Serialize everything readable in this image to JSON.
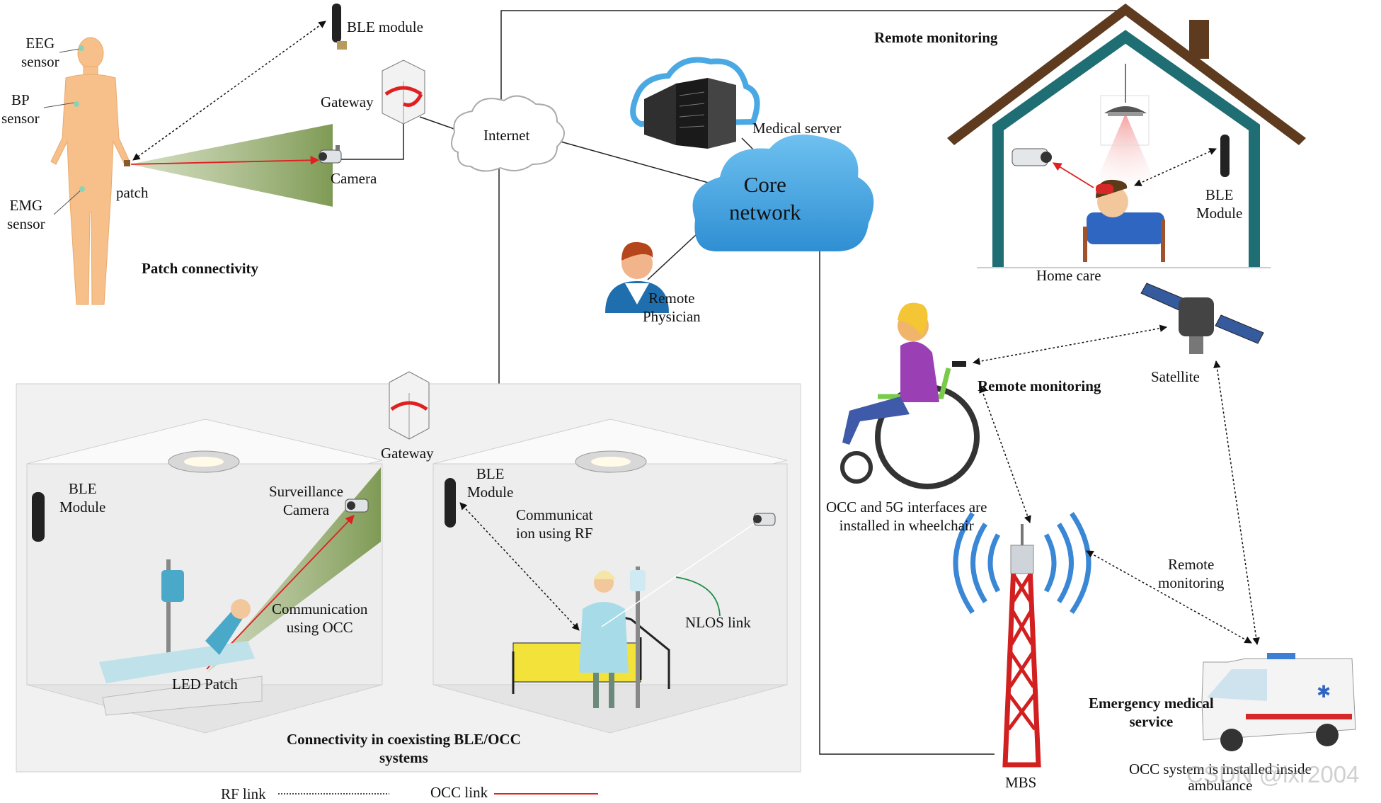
{
  "patch_area": {
    "eeg": "EEG\nsensor",
    "bp": "BP\nsensor",
    "emg": "EMG\nsensor",
    "patch": "patch",
    "title": "Patch connectivity",
    "ble_module": "BLE module",
    "gateway": "Gateway",
    "camera": "Camera"
  },
  "network": {
    "internet": "Internet",
    "medical_server": "Medical server",
    "core_network": "Core\nnetwork",
    "remote_physician": "Remote\nPhysician"
  },
  "home": {
    "title": "Remote monitoring",
    "ble_module": "BLE\nModule",
    "home_care": "Home care"
  },
  "hospital": {
    "gateway": "Gateway",
    "ble_module_left": "BLE\nModule",
    "surveillance_camera": "Surveillance\nCamera",
    "communication_occ": "Communication\nusing OCC",
    "led_patch": "LED Patch",
    "ble_module_right": "BLE\nModule",
    "communication_rf": "Communicat\nion using RF",
    "nlos_link": "NLOS link",
    "title": "Connectivity in coexisting BLE/OCC\nsystems"
  },
  "mobile": {
    "remote_monitoring_wheelchair": "Remote monitoring",
    "satellite": "Satellite",
    "wheelchair_caption": "OCC and 5G interfaces are\ninstalled in wheelchair",
    "remote_monitoring_ambulance": "Remote\nmonitoring",
    "emergency": "Emergency medical\nservice",
    "ambulance_caption": "OCC system is installed inside\nambulance",
    "mbs": "MBS"
  },
  "legend": {
    "rf_link": "RF link",
    "occ_link": "OCC link"
  },
  "watermark": "CSDN @lxr2004",
  "colors": {
    "cloud_blue": "#4aa8e3",
    "occ_red": "#e02020",
    "beam_green": "#8ea668",
    "body_skin": "#f7c08a",
    "house_brown": "#5e3a1e",
    "house_teal": "#1e6e73"
  }
}
